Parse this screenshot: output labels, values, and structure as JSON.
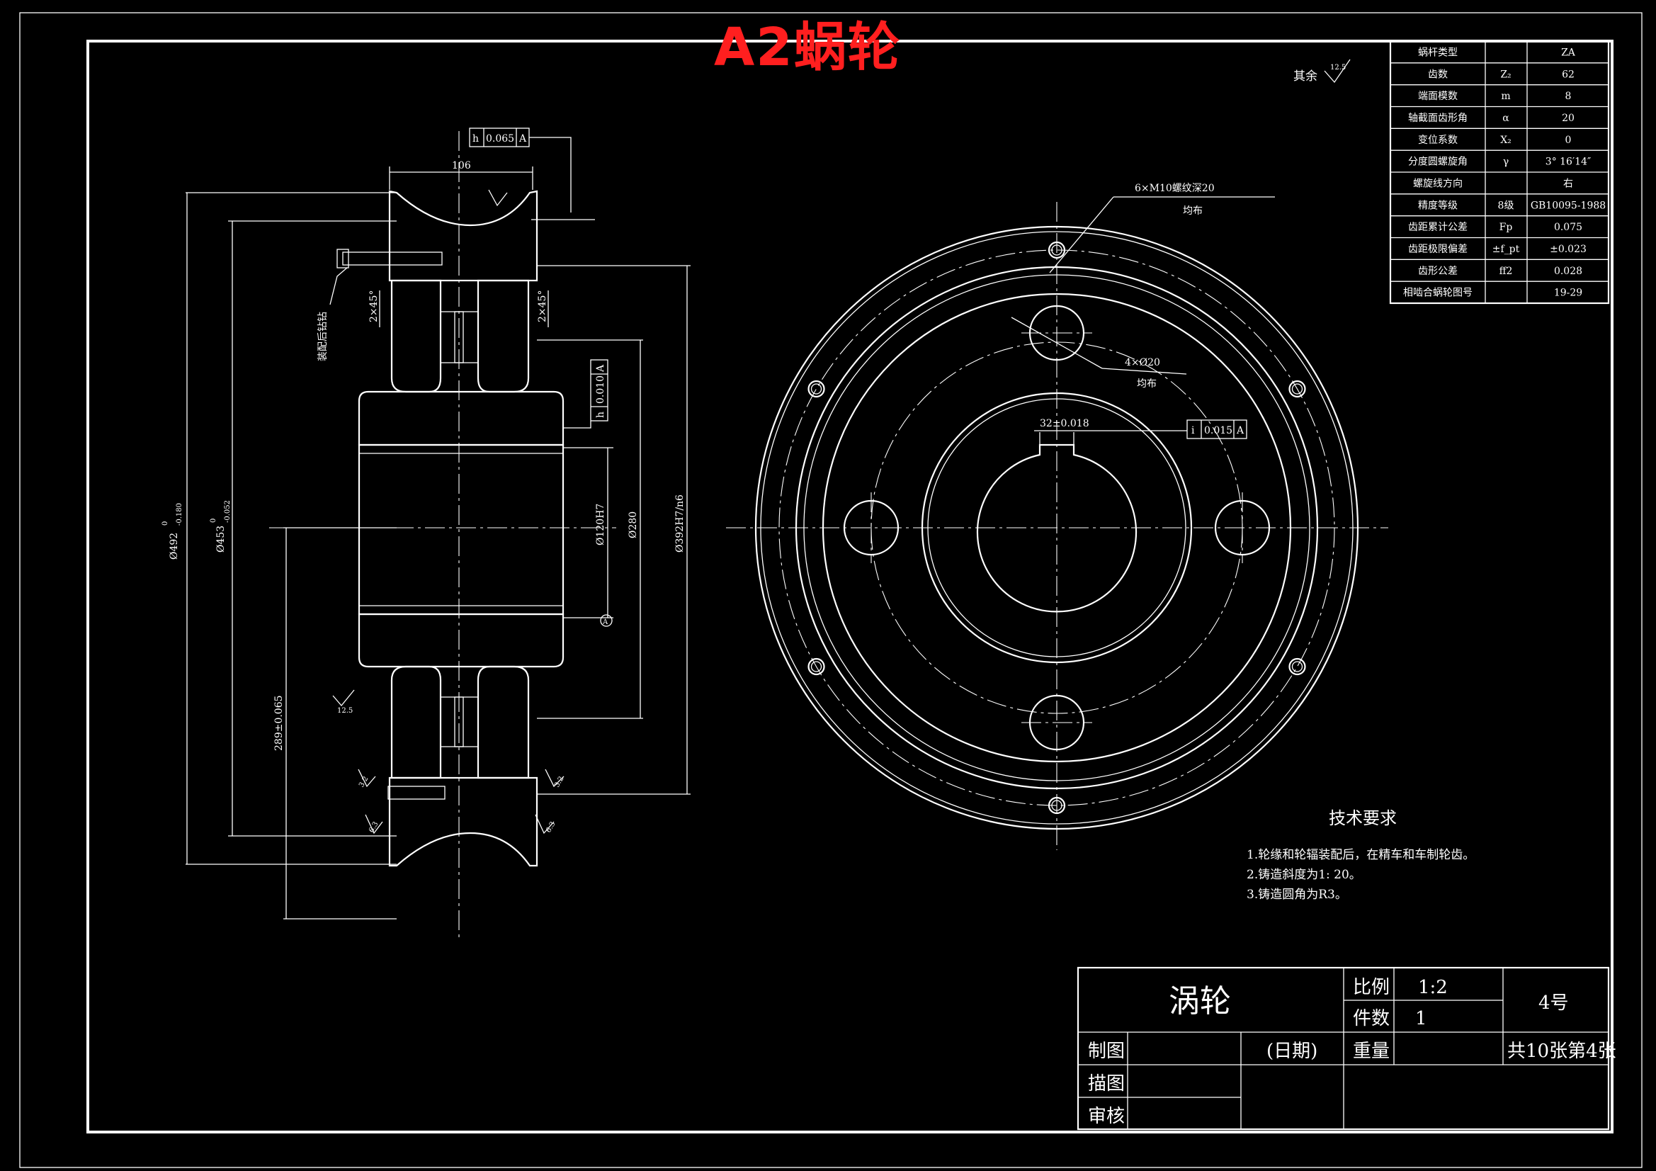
{
  "title": "A2蜗轮",
  "roughness_note": {
    "label": "其余",
    "value": "12.5"
  },
  "param_table": [
    {
      "name": "蜗杆类型",
      "symbol": "",
      "value": "ZA"
    },
    {
      "name": "齿数",
      "symbol": "Z₂",
      "value": "62"
    },
    {
      "name": "端面模数",
      "symbol": "m",
      "value": "8"
    },
    {
      "name": "轴截面齿形角",
      "symbol": "α",
      "value": "20"
    },
    {
      "name": "变位系数",
      "symbol": "X₂",
      "value": "0"
    },
    {
      "name": "分度圆螺旋角",
      "symbol": "γ",
      "value": "3° 16′14″"
    },
    {
      "name": "螺旋线方向",
      "symbol": "",
      "value": "右"
    },
    {
      "name": "精度等级",
      "symbol": "8级",
      "value": "GB10095-1988"
    },
    {
      "name": "齿距累计公差",
      "symbol": "Fp",
      "value": "0.075"
    },
    {
      "name": "齿距极限偏差",
      "symbol": "±f_pt",
      "value": "±0.023"
    },
    {
      "name": "齿形公差",
      "symbol": "ff2",
      "value": "0.028"
    },
    {
      "name": "相啮合蜗轮图号",
      "symbol": "",
      "value": "19-29"
    }
  ],
  "front_view": {
    "tapped_holes": "6×M10螺纹深20",
    "tapped_holes_note": "均布",
    "holes": "4×Ø20",
    "holes_note": "均布",
    "keyway": "32±0.018",
    "tol_symbol": "i",
    "tol_value": "0.015",
    "tol_datum": "A"
  },
  "section_view": {
    "dim_width": "106",
    "dim_tip_dia": "Ø492",
    "dim_tip_dia_tol_up": "0",
    "dim_tip_dia_tol_low": "-0.180",
    "dim_pitch_dia": "Ø453",
    "dim_pitch_dia_tol_up": "0",
    "dim_pitch_dia_tol_low": "-0.052",
    "dim_bore": "Ø120H7",
    "dim_hub": "Ø280",
    "dim_rim": "Ø392H7/n6",
    "dim_center": "289±0.065",
    "chamfer": "2×45°",
    "note_vertical": "装配后钻钻",
    "tol1_symbol": "h",
    "tol1_value": "0.065",
    "tol1_datum": "A",
    "tol2_symbol": "h",
    "tol2_value": "0.010",
    "tol2_datum": "A",
    "roughness1": "12.5",
    "roughness2": "3.2",
    "roughness3": "6.3",
    "datum_label": "A"
  },
  "tech_req": {
    "heading": "技术要求",
    "items": [
      "1.轮缘和轮辐装配后，在精车和车制轮齿。",
      "2.铸造斜度为1: 20。",
      "3.铸造圆角为R3。"
    ]
  },
  "title_block": {
    "part_name": "涡轮",
    "scale_label": "比例",
    "scale_value": "1:2",
    "qty_label": "件数",
    "qty_value": "1",
    "drawing_no": "4号",
    "drawn_label": "制图",
    "date_label": "(日期)",
    "weight_label": "重量",
    "sheet": "共10张第4张",
    "traced_label": "描图",
    "checked_label": "审核"
  }
}
